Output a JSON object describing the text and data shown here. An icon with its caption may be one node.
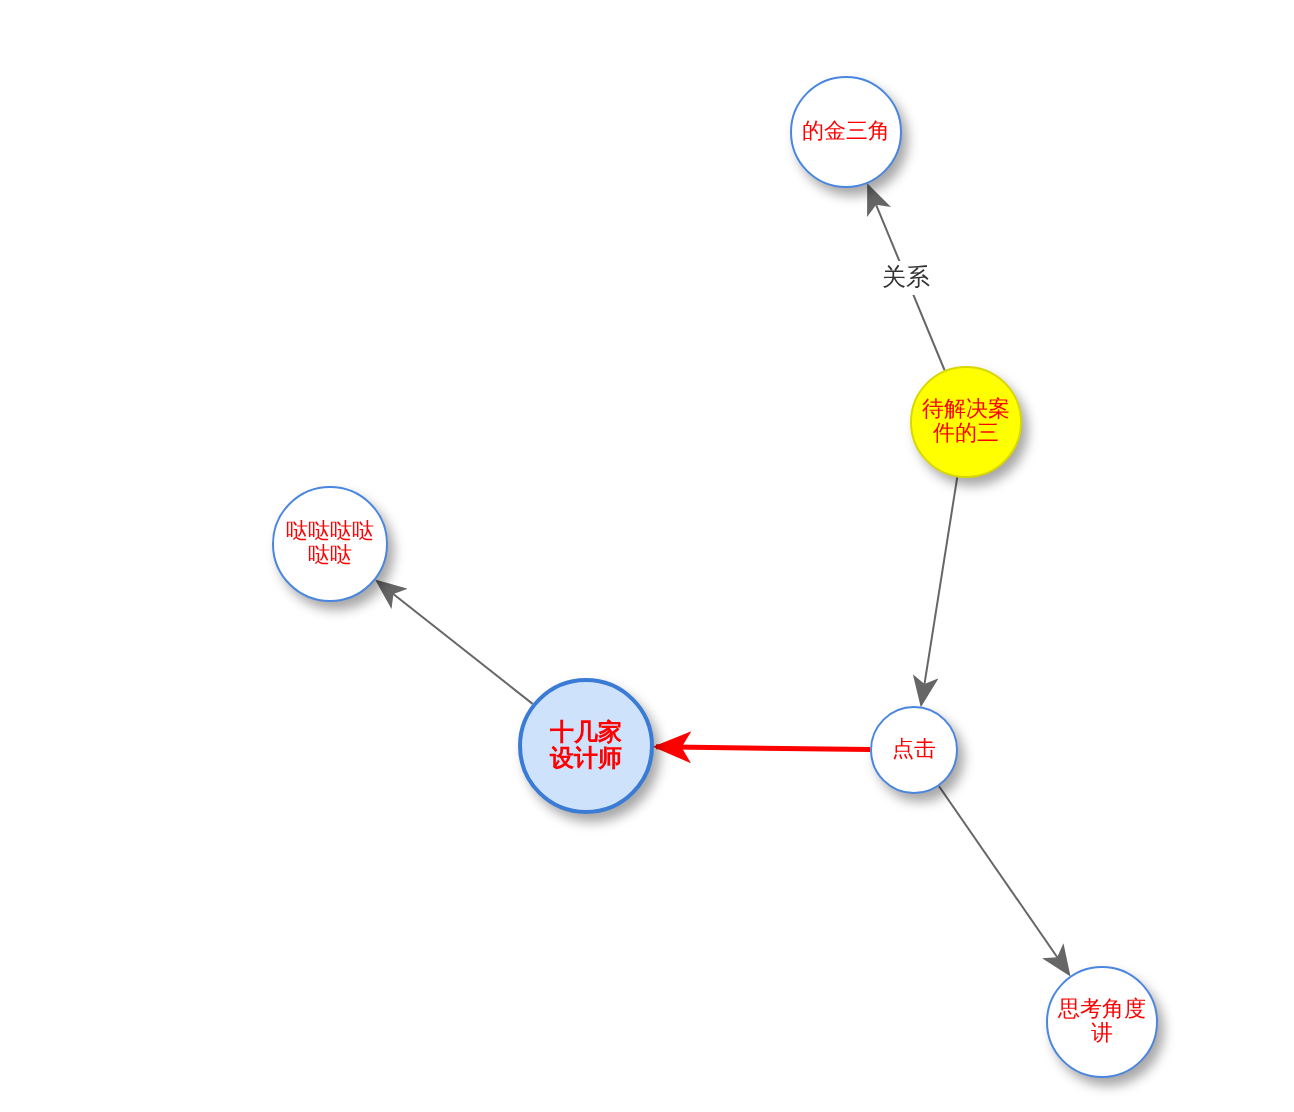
{
  "diagram": {
    "nodes": [
      {
        "text": [
          "的金三角"
        ]
      },
      {
        "text": [
          "待解决案件的三"
        ]
      },
      {
        "text": [
          "哒哒哒哒哒哒"
        ]
      },
      {
        "text": [
          "十几家设计师"
        ]
      },
      {
        "text": [
          "点击"
        ]
      },
      {
        "text": [
          "思考角度讲"
        ]
      }
    ],
    "edges": [
      {
        "from": 1,
        "to": 0,
        "arrow": "to",
        "label": "关系"
      },
      {
        "from": 1,
        "to": 4,
        "arrow": "to"
      },
      {
        "from": 4,
        "to": 3,
        "arrow": "to",
        "style": "thick",
        "color": "#ff0000"
      },
      {
        "from": 3,
        "to": 2,
        "arrow": "to"
      },
      {
        "from": 4,
        "to": 5,
        "arrow": "to"
      }
    ]
  }
}
